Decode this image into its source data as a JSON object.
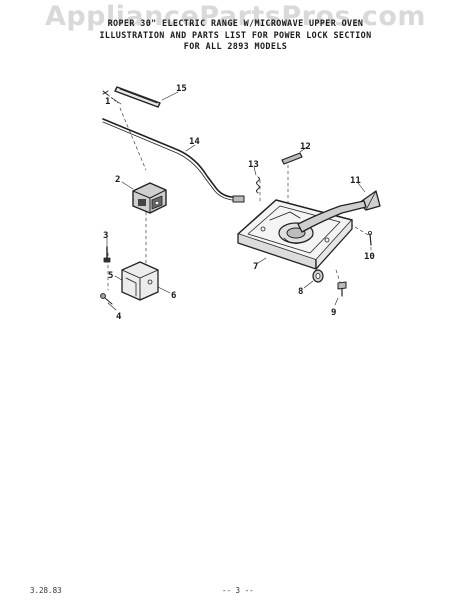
{
  "watermark": "AppliancePartsPros.com",
  "title": {
    "line1": "ROPER 30\" ELECTRIC RANGE W/MICROWAVE UPPER OVEN",
    "line2": "ILLUSTRATION AND PARTS LIST FOR POWER LOCK SECTION",
    "line3": "FOR ALL 2893 MODELS"
  },
  "callouts": {
    "c1": "1",
    "c2": "2",
    "c3": "3",
    "c4": "4",
    "c5": "5",
    "c6": "6",
    "c7": "7",
    "c8": "8",
    "c9": "9",
    "c10": "10",
    "c11": "11",
    "c12": "12",
    "c13": "13",
    "c14": "14",
    "c15": "15"
  },
  "footer": {
    "date": "3.28.83",
    "page": "-- 3 --"
  }
}
